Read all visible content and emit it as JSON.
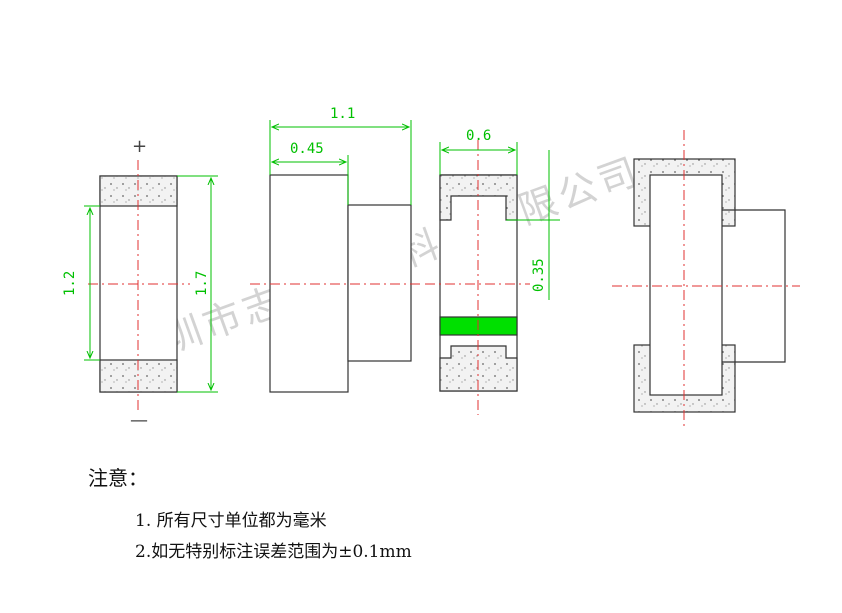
{
  "drawing": {
    "dimensions": {
      "total_length": "1.1",
      "top_section_length": "0.45",
      "height_inner": "1.2",
      "height_total": "1.7",
      "width_right": "0.6",
      "pad_depth": "0.35"
    },
    "polarity": {
      "plus": "+",
      "minus": "—"
    },
    "watermark": "深圳市志源光电科技有限公司",
    "colors": {
      "outline": "#333333",
      "dimension": "#00c000",
      "centerline": "#e03030",
      "polarity_band": "#00e000",
      "pad_fill": "#f0f0f0"
    }
  },
  "notes": {
    "title": "注意：",
    "items": [
      "1. 所有尺寸单位都为毫米",
      "2.如无特别标注误差范围为±0.1mm"
    ]
  }
}
